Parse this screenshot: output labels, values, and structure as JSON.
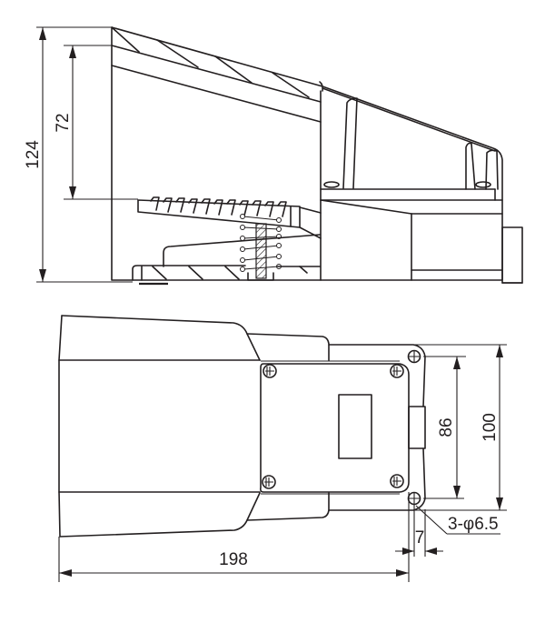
{
  "drawing": {
    "side_view": {
      "dimensions": {
        "overall_height": "124",
        "pedal_height": "72"
      }
    },
    "plan_view": {
      "dimensions": {
        "length": "198",
        "width": "100",
        "hole_spacing": "86",
        "hole_offset": "7",
        "mounting_holes": "3-φ6.5"
      }
    }
  }
}
